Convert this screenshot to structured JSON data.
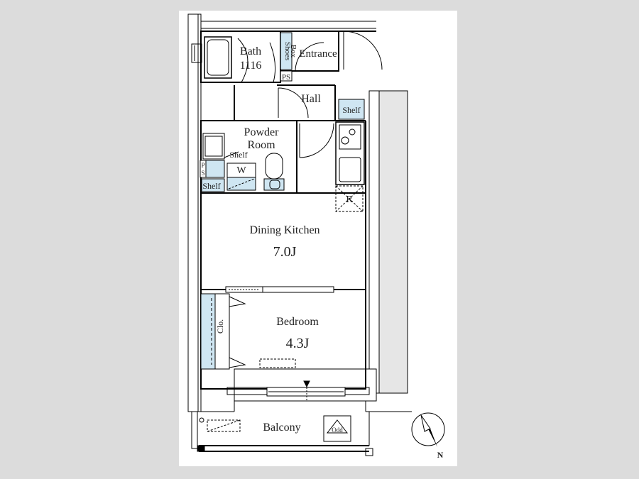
{
  "rooms": {
    "bath": {
      "name": "Bath",
      "size": "1116"
    },
    "shoes_box": {
      "line1": "Shoes",
      "line2": "Box"
    },
    "entrance": "Entrance",
    "ps_top": "PS",
    "hall": "Hall",
    "shelf_hall": "Shelf",
    "powder_room": {
      "line1": "Powder",
      "line2": "Room"
    },
    "shelf_powder": "Shelf",
    "washer": "W",
    "ps_side": {
      "line1": "P",
      "line2": "S"
    },
    "shelf_bottom": "Shelf",
    "refrigerator": "R",
    "dining_kitchen": {
      "name": "Dining Kitchen",
      "size": "7.0J"
    },
    "closet": "Clo.",
    "bedroom": {
      "name": "Bedroom",
      "size": "4.3J"
    },
    "balcony": "Balcony",
    "odd": "Odd"
  },
  "compass": {
    "north_label": "N"
  },
  "colors": {
    "fixture_fill": "#cfe6f2",
    "wall": "#000000",
    "background": "#dcdcdc",
    "sheet": "#ffffff",
    "wall_shade": "#e6e6e6"
  }
}
